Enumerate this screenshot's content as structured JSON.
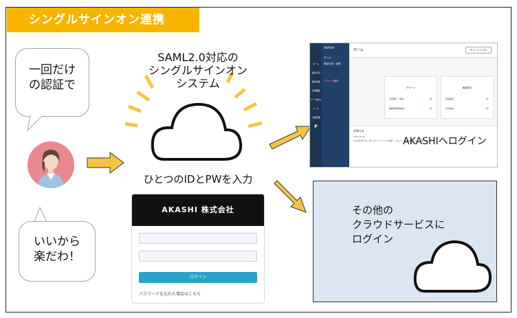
{
  "title": "シングルサインオン連携",
  "bubble_top": [
    "一回だけ",
    "の認証で"
  ],
  "bubble_bottom": [
    "いいから",
    "楽だわ！"
  ],
  "saml_label": [
    "SAML2.0対応の",
    "シングルサインオン",
    "システム"
  ],
  "idpw_label": "ひとつのIDとPWを入力",
  "login_form": {
    "company": "AKASHI 株式会社",
    "button": "ログイン",
    "forgot": "パスワードを忘れた場合はこちら"
  },
  "akashi_app": {
    "brand": "AKASHI",
    "nav": [
      "ホーム",
      "勤怠打刻",
      "勤怠管理",
      "打刻履歴",
      "データ出力",
      "ルール",
      "工数管理",
      "P"
    ],
    "sub_title": "ホーム",
    "sub_item": "勤怠打刻・記録",
    "sub_alert": "アラート確認",
    "page_title": "ホーム",
    "tutorial_button": "チュートリアル",
    "card_alert": {
      "title": "アラート",
      "rows": [
        "打刻漏れ・申請",
        "職務時間超過者1"
      ],
      "counts": [
        "1件",
        "1件"
      ]
    },
    "card_request": {
      "title": "承認待ち",
      "rows": [
        "申請承認",
        "月次締め"
      ],
      "counts": [
        "1件",
        "1件"
      ]
    },
    "news_title": "お知らせ",
    "news_line1": "2021-02-01",
    "news_line2": "2021年2月1日（月）のメンテナンスが終了しました。詳細はこちらをご覧ください。"
  },
  "akashi_login_label": "AKASHIへログイン",
  "other_label": [
    "その他の",
    "クラウドサービスに",
    "ログイン"
  ],
  "colors": {
    "title_bg": "#f7b500",
    "arrow": "#f5c542",
    "login_button": "#2aa3c8",
    "other_bg": "#dce6f2"
  }
}
